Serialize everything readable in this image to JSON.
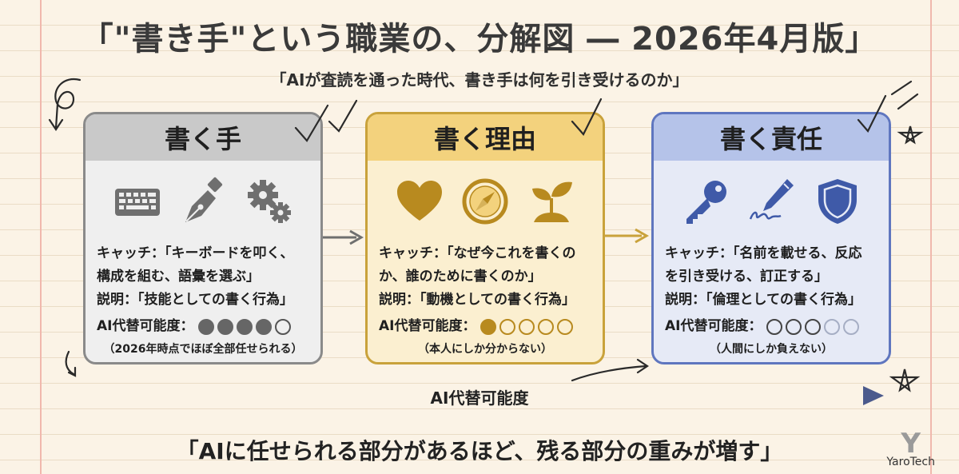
{
  "title": "「\"書き手\"という職業の、分解図 ― 2026年4月版」",
  "subtitle": "「AIが査読を通った時代、書き手は何を引き受けるのか」",
  "cards": [
    {
      "heading": "書く手",
      "icons": [
        "keyboard-icon",
        "fountain-pen-icon",
        "gears-icon"
      ],
      "catch_lines": [
        "キャッチ：「キーボードを叩く、",
        "構成を組む、語彙を選ぶ」"
      ],
      "description": "説明：「技能としての書く行為」",
      "rating_label": "AI代替可能度：",
      "rating_filled": 4,
      "rating_total": 5,
      "note": "（2026年時点でほぼ全部任せられる）"
    },
    {
      "heading": "書く理由",
      "icons": [
        "heart-icon",
        "compass-icon",
        "sprout-icon"
      ],
      "catch_lines": [
        "キャッチ：「なぜ今これを書くの",
        "か、誰のために書くのか」"
      ],
      "description": "説明：「動機としての書く行為」",
      "rating_label": "AI代替可能度：",
      "rating_filled": 1,
      "rating_total": 5,
      "note": "（本人にしか分からない）"
    },
    {
      "heading": "書く責任",
      "icons": [
        "key-icon",
        "pen-signature-icon",
        "shield-icon"
      ],
      "catch_lines": [
        "キャッチ：「名前を載せる、反応",
        "を引き受ける、訂正する」"
      ],
      "description": "説明：「倫理としての書く行為」",
      "rating_label": "AI代替可能度：",
      "rating_filled": 0,
      "rating_total": 5,
      "note": "（人間にしか負えない）"
    }
  ],
  "axis_label": "AI代替可能度",
  "bottom_quote": "「AIに任せられる部分があるほど、残る部分の重みが増す」",
  "brand": {
    "mark": "Y",
    "name": "YaroTech"
  },
  "colors": {
    "card1_border": "#8a8a8a",
    "card2_border": "#c9a23b",
    "card3_border": "#5f76bf",
    "card2_icon": "#b88a1f",
    "card3_icon": "#3f5aa8",
    "axis_gray": "#666666",
    "axis_navy": "#4b5a8c"
  }
}
